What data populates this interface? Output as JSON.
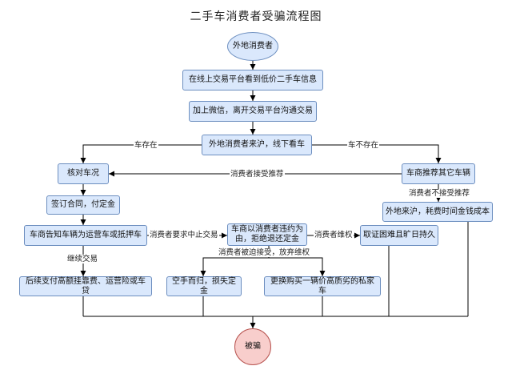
{
  "title": "二手车消费者受骗流程图",
  "nodes": {
    "start": "外地消费者",
    "see_info": "在线上交易平台看到低价二手车信息",
    "wechat": "加上微信，离开交易平台沟通交易",
    "visit": "外地消费者来沪，线下看车",
    "check_car": "核对车况",
    "recommend": "车商推荐其它车辆",
    "sign": "签订合同，付定金",
    "come_cost": "外地来沪，耗费时间金钱成本",
    "inform": "车商告知车辆为运营车或抵押车",
    "breach_line1": "车商以消费者违约为",
    "breach_line2": "由，拒绝退还定金",
    "evidence": "取证困难且旷日持久",
    "pay_fees": "后续支付高额挂靠费、运营险或车贷",
    "lose_deposit": "空手而归，损失定金",
    "buy_bad": "更换购买一辆价高质劣的私家车",
    "end": "被骗"
  },
  "edge_labels": {
    "car_exists": "车存在",
    "car_not_exists": "车不存在",
    "accept_recommend": "消费者接受推荐",
    "not_accept": "消费者不接受推荐",
    "request_cancel": "消费者要求中止交易",
    "defend_rights": "消费者维权",
    "forced_accept": "消费者被迫接受，放弃维权",
    "continue_trade": "继续交易"
  },
  "colors": {
    "node_fill": "#dae8fc",
    "node_stroke": "#6c8ebf",
    "end_fill": "#f8cecc",
    "end_stroke": "#b85450",
    "edge": "#000000"
  }
}
